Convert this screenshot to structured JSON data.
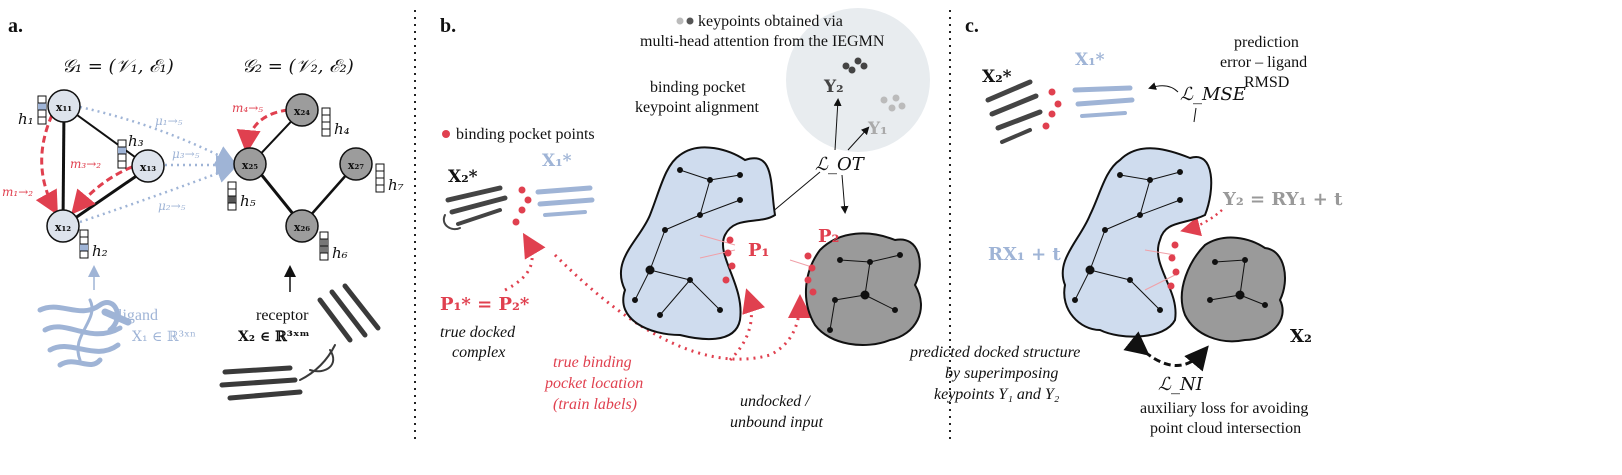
{
  "panels": {
    "a": {
      "label": "a.",
      "graph1_title": "𝒢₁ = (𝒱₁, ℰ₁)",
      "graph2_title": "𝒢₂ = (𝒱₂, ℰ₂)",
      "nodes": [
        "x₁₁",
        "x₁₃",
        "x₁₂",
        "x₂₄",
        "x₂₅",
        "x₂₇",
        "x₂₆"
      ],
      "features": [
        "h₁",
        "h₃",
        "h₂",
        "h₄",
        "h₅",
        "h₇",
        "h₆"
      ],
      "messages": [
        "m₁→₂",
        "m₃→₂",
        "m₄→₅"
      ],
      "attention": [
        "μ₁→₅",
        "μ₃→₅",
        "μ₂→₅"
      ],
      "ligand_label": "ligand",
      "ligand_math": "X₁ ∈ ℝ³ˣⁿ",
      "receptor_label": "receptor",
      "receptor_math": "X₂ ∈ ℝ³ˣᵐ"
    },
    "b": {
      "label": "b.",
      "keypoint_legend": "keypoints obtained via",
      "keypoint_legend2": "multi-head attention from the IEGMN",
      "Y2": "Y₂",
      "Y1": "Y₁",
      "alignment_line1": "binding pocket",
      "alignment_line2": "keypoint alignment",
      "LOT": "ℒ_OT",
      "pocket_legend": "binding pocket points",
      "X2star": "X₂*",
      "X1star": "X₁*",
      "P1": "P₁",
      "P2": "P₂",
      "Pstar": "P₁* = P₂*",
      "true_docked1": "true docked",
      "true_docked2": "complex",
      "true_binding1": "true binding",
      "true_binding2": "pocket location",
      "true_binding3": "(train labels)",
      "undocked1": "undocked /",
      "undocked2": "unbound input"
    },
    "c": {
      "label": "c.",
      "prediction1": "prediction",
      "prediction2": "error – ligand",
      "prediction3": "RMSD",
      "X2star": "X₂*",
      "X1star": "X₁*",
      "LMSE": "ℒ_MSE",
      "transform": "Y₂ = RY₁ + t",
      "RX1t": "RX₁ + t",
      "X2": "X₂",
      "predicted1": "predicted docked structure",
      "predicted2": "by superimposing",
      "predicted3": "keypoints Y₁ and Y₂",
      "LNI": "ℒ_NI",
      "aux1": "auxiliary loss for avoiding",
      "aux2": "point cloud intersection"
    }
  },
  "colors": {
    "ligand_blue": "#9fb4d6",
    "pocket_blue": "#cfdcee",
    "receptor_gray": "#9a9a9a",
    "red": "#e0404f",
    "light_circle": "#e8ecef",
    "node_light": "#dde3ec",
    "node_dark": "#9c9c9c"
  }
}
